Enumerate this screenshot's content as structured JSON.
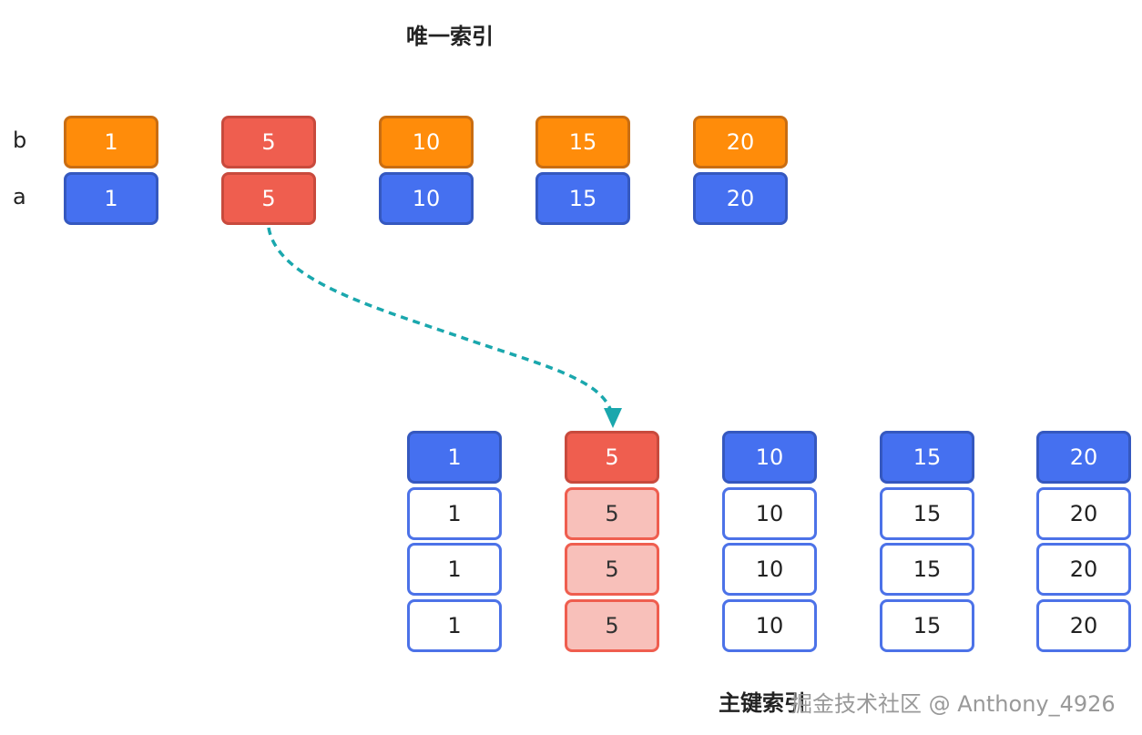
{
  "unique_index": {
    "title": "唯一索引",
    "row_labels": {
      "b": "b",
      "a": "a"
    },
    "columns": [
      {
        "b": "1",
        "a": "1"
      },
      {
        "b": "5",
        "a": "5"
      },
      {
        "b": "10",
        "a": "10"
      },
      {
        "b": "15",
        "a": "15"
      },
      {
        "b": "20",
        "a": "20"
      }
    ],
    "highlighted_column": 1
  },
  "primary_index": {
    "title": "主键索引",
    "columns": [
      {
        "key": "1",
        "rows": [
          "1",
          "1",
          "1"
        ]
      },
      {
        "key": "5",
        "rows": [
          "5",
          "5",
          "5"
        ]
      },
      {
        "key": "10",
        "rows": [
          "10",
          "10",
          "10"
        ]
      },
      {
        "key": "15",
        "rows": [
          "15",
          "15",
          "15"
        ]
      },
      {
        "key": "20",
        "rows": [
          "20",
          "20",
          "20"
        ]
      }
    ],
    "highlighted_column": 1
  },
  "watermark": "掘金技术社区 @ Anthony_4926",
  "colors": {
    "b_fill": "#ff8c0a",
    "a_fill": "#4570f0",
    "highlight_fill": "#ef5e4f",
    "highlight_light_fill": "#f8c0ba",
    "row_border": "#4c72e8",
    "arrow": "#1aa7ad"
  }
}
